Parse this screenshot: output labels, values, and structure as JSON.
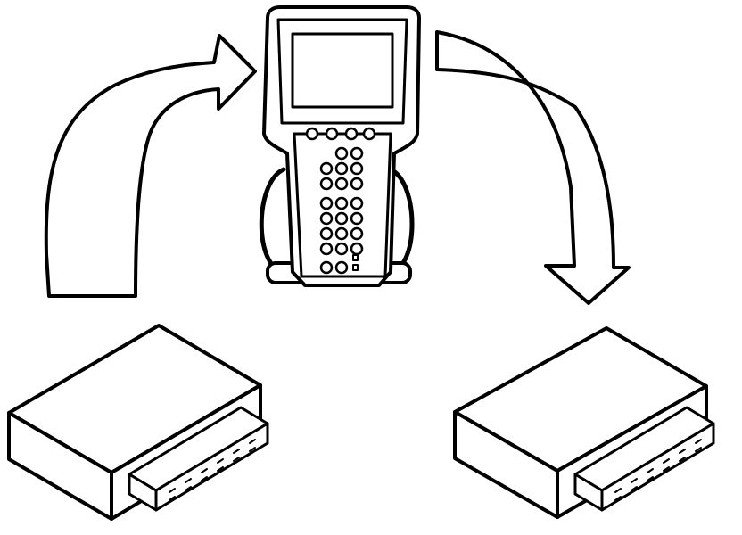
{
  "diagram": {
    "nodes": [
      {
        "id": "source-module",
        "icon": "control-module-icon"
      },
      {
        "id": "scan-tool",
        "icon": "handheld-scan-tool-icon"
      },
      {
        "id": "target-module",
        "icon": "control-module-icon"
      }
    ],
    "flows": [
      {
        "from": "source-module",
        "to": "scan-tool",
        "icon": "curved-arrow-up-icon"
      },
      {
        "from": "scan-tool",
        "to": "target-module",
        "icon": "curved-arrow-down-icon"
      }
    ],
    "colors": {
      "line": "#000000",
      "fill": "#ffffff",
      "screen": "#ffffff"
    }
  }
}
